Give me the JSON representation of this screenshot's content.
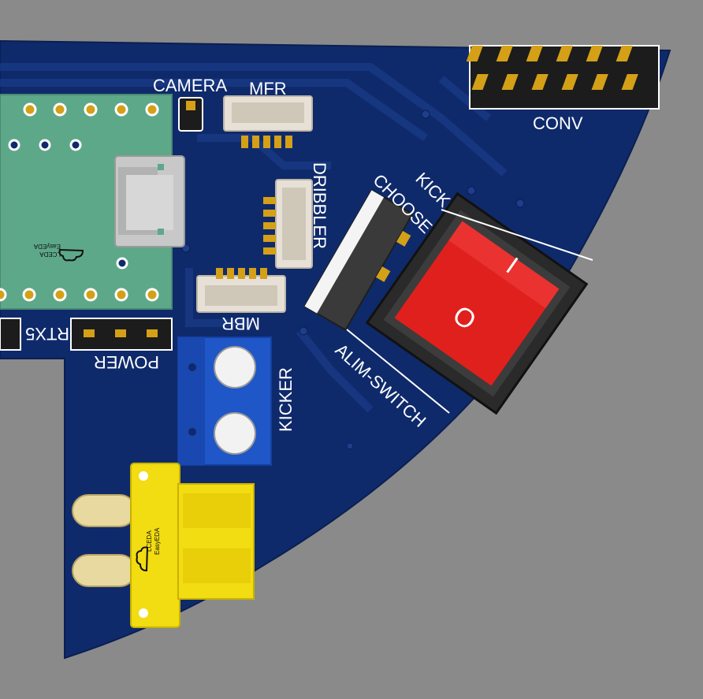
{
  "colors": {
    "background": "#8a8a8a",
    "board": "#0f2a6b",
    "silkscreen": "#ffffff",
    "pad_gold": "#d4a017",
    "rocker_red": "#e0201c",
    "terminal_blue": "#1f56c8",
    "connector_yellow": "#f2dc12",
    "module_green": "#5ea88a"
  },
  "labels": {
    "camera": "CAMERA",
    "mfr": "MFR",
    "conv": "CONV",
    "dribbler": "DRIBBLER",
    "kick_choose_1": "KICK",
    "kick_choose_2": "CHOOSE",
    "mbr": "MBR",
    "power": "POWER",
    "rtx": "RTX5",
    "kicker": "KICKER",
    "alim_switch": "ALIM-SWITCH",
    "switch_on": "I",
    "switch_off": "O"
  },
  "logos": {
    "module_line1": "LCEDA",
    "module_line2": "EasyEDA",
    "xt_line1": "LCEDA",
    "xt_line2": "EasyEDA"
  },
  "icons": [
    "cloud-logo-icon"
  ]
}
